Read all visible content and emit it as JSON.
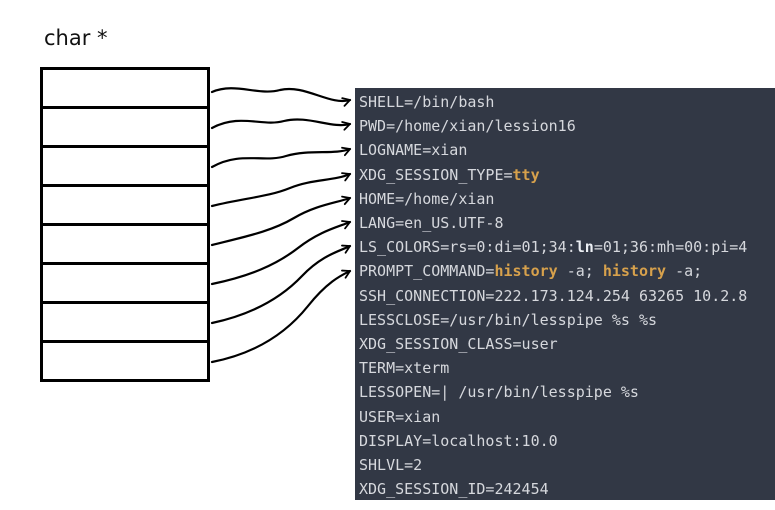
{
  "title": "char *",
  "array": {
    "cells": [
      "",
      "",
      "",
      "",
      "",
      "",
      "",
      ""
    ]
  },
  "terminal": {
    "lines": [
      {
        "segments": [
          {
            "text": "SHELL=/bin/bash",
            "style": "plain"
          }
        ]
      },
      {
        "segments": [
          {
            "text": "PWD=/home/xian/lession16",
            "style": "plain"
          }
        ]
      },
      {
        "segments": [
          {
            "text": "LOGNAME=xian",
            "style": "plain"
          }
        ]
      },
      {
        "segments": [
          {
            "text": "XDG_SESSION_TYPE=",
            "style": "plain"
          },
          {
            "text": "tty",
            "style": "orange"
          }
        ]
      },
      {
        "segments": [
          {
            "text": "HOME=/home/xian",
            "style": "plain"
          }
        ]
      },
      {
        "segments": [
          {
            "text": "LANG=en_US.UTF-8",
            "style": "plain"
          }
        ]
      },
      {
        "segments": [
          {
            "text": "LS_COLORS=rs=0:di=01;34:",
            "style": "plain"
          },
          {
            "text": "ln",
            "style": "bold"
          },
          {
            "text": "=01;36:mh=00:pi=4",
            "style": "plain"
          }
        ]
      },
      {
        "segments": [
          {
            "text": "PROMPT_COMMAND=",
            "style": "plain"
          },
          {
            "text": "history",
            "style": "orange"
          },
          {
            "text": " -a; ",
            "style": "plain"
          },
          {
            "text": "history",
            "style": "orange"
          },
          {
            "text": " -a;",
            "style": "plain"
          }
        ]
      },
      {
        "segments": [
          {
            "text": "SSH_CONNECTION=222.173.124.254 63265 10.2.8",
            "style": "plain"
          }
        ]
      },
      {
        "segments": [
          {
            "text": "LESSCLOSE=/usr/bin/lesspipe %s %s",
            "style": "plain"
          }
        ]
      },
      {
        "segments": [
          {
            "text": "XDG_SESSION_CLASS=user",
            "style": "plain"
          }
        ]
      },
      {
        "segments": [
          {
            "text": "TERM=xterm",
            "style": "plain"
          }
        ]
      },
      {
        "segments": [
          {
            "text": "LESSOPEN=| /usr/bin/lesspipe %s",
            "style": "plain"
          }
        ]
      },
      {
        "segments": [
          {
            "text": "USER=xian",
            "style": "plain"
          }
        ]
      },
      {
        "segments": [
          {
            "text": "DISPLAY=localhost:10.0",
            "style": "plain"
          }
        ]
      },
      {
        "segments": [
          {
            "text": "SHLVL=2",
            "style": "plain"
          }
        ]
      },
      {
        "segments": [
          {
            "text": "XDG_SESSION_ID=242454",
            "style": "plain"
          }
        ]
      }
    ]
  },
  "colors": {
    "terminal_bg": "#323845",
    "terminal_fg": "#d6d8dd",
    "accent_orange": "#d7a14c",
    "arrow_color": "#000000"
  }
}
